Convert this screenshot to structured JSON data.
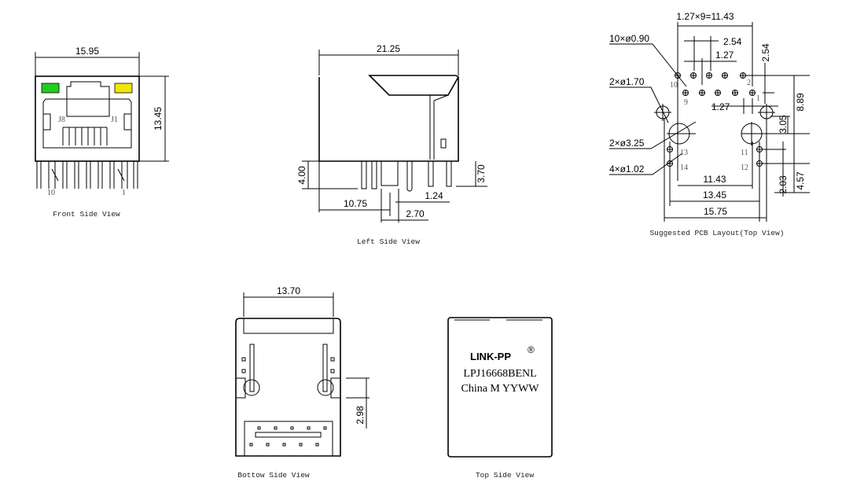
{
  "front_view": {
    "caption": "Front Side View",
    "width_dim": "15.95",
    "height_dim": "13.45",
    "label_j8": "J8",
    "label_j1": "J1",
    "pin_10": "10",
    "pin_1": "1",
    "led_left_color": "#22cc22",
    "led_right_color": "#f2e600"
  },
  "left_view": {
    "caption": "Left Side View",
    "length_dim": "21.25",
    "pin_height_dim": "4.00",
    "right_pin_dim": "3.70",
    "offset_dim": "10.75",
    "post_dim": "2.70",
    "pin_dim": "1.24"
  },
  "pcb_view": {
    "caption": "Suggested PCB Layout(Top View)",
    "span_dim": "1.27×9=11.43",
    "pitch_2_54": "2.54",
    "pitch_1_27": "1.27",
    "row_dim": "2.54",
    "offset_1_27": "1.27",
    "holes_090": "10×ø0.90",
    "holes_170": "2×ø1.70",
    "holes_325": "2×ø3.25",
    "holes_102": "4×ø1.02",
    "dim_889": "8.89",
    "dim_305": "3.05",
    "dim_203": "2.03",
    "dim_457": "4.57",
    "dim_1143": "11.43",
    "dim_1345": "13.45",
    "dim_1575": "15.75",
    "pins": {
      "p10": "10",
      "p9": "9",
      "p2": "2",
      "p1": "1",
      "p13": "13",
      "p14": "14",
      "p11": "11",
      "p12": "12"
    }
  },
  "bottom_view": {
    "caption": "Bottow Side View",
    "width_dim": "13.70",
    "hole_dim": "2.98"
  },
  "top_view": {
    "caption": "Top Side View",
    "brand": "LINK-PP",
    "registered": "®",
    "part_number": "LPJ16668BENL",
    "origin_line": "China M YYWW"
  }
}
